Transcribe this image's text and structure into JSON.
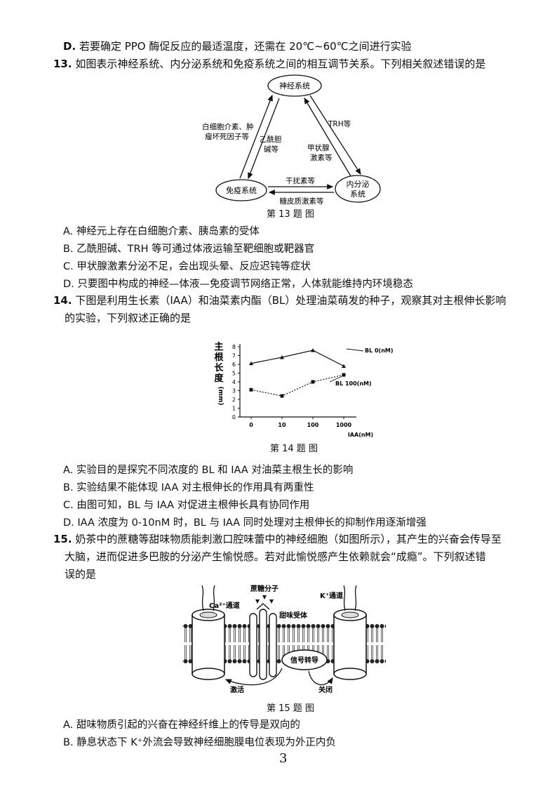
{
  "prev_option": {
    "letter": "D.",
    "text": "若要确定 PPO 酶促反应的最适温度，还需在 20℃~60℃之间进行实验"
  },
  "q13": {
    "number": "13.",
    "stem": "如图表示神经系统、内分泌系统和免疫系统之间的相互调节关系。下列相关叙述错误的是",
    "diagram": {
      "nervous": "神经系统",
      "immune": "免疫系统",
      "endocrine_1": "内分泌",
      "endocrine_2": "系统",
      "left_1": "白细胞介素、肿",
      "left_2": "瘤坏死因子等",
      "mid_1": "乙酰胆",
      "mid_2": "碱等",
      "right_top": "TRH等",
      "right_1": "甲状腺",
      "right_2": "激素等",
      "bottom_top": "干扰素等",
      "bottom_bottom": "糖皮质激素等"
    },
    "caption": "第 13 题 图",
    "options": [
      "A. 神经元上存在白细胞介素、胰岛素的受体",
      "B. 乙酰胆碱、TRH 等可通过体液运输至靶细胞或靶器官",
      "C. 甲状腺激素分泌不足，会出现头晕、反应迟钝等症状",
      "D. 只要图中构成的神经—体液—免疫调节网络正常，人体就能维持内环境稳态"
    ]
  },
  "q14": {
    "number": "14.",
    "stem_1": "下图是利用生长素（IAA）和油菜素内酯（BL）处理油菜萌发的种子，观察其对主根伸长影响",
    "stem_2": "的实验，下列叙述正确的是",
    "caption": "第 14 题 图",
    "options": [
      "A. 实验目的是探究不同浓度的 BL 和 IAA 对油菜主根生长的影响",
      "B. 实验结果不能体现 IAA 对主根伸长的作用具有两重性",
      "C. 由图可知，BL 与 IAA 对促进主根伸长具有协同作用",
      "D. IAA 浓度为 0-10nM 时，BL 与 IAA 同时处理对主根伸长的抑制作用逐渐增强"
    ]
  },
  "chart_data": {
    "type": "line",
    "categories": [
      "0",
      "10",
      "100",
      "1000"
    ],
    "series": [
      {
        "name": "BL 0(nM)",
        "values": [
          6.1,
          6.8,
          7.6,
          5.8
        ],
        "style": "solid"
      },
      {
        "name": "BL 100(nM)",
        "values": [
          3.1,
          2.4,
          4.0,
          4.8
        ],
        "style": "dashed"
      }
    ],
    "ylabel": "主根长度(mm)",
    "xlabel": "IAA(nM)",
    "yticks": [
      "0",
      "1",
      "2",
      "3",
      "4",
      "5",
      "6",
      "7",
      "8"
    ],
    "ylim": [
      0,
      8
    ]
  },
  "q15": {
    "number": "15.",
    "stem_1": "奶茶中的蔗糖等甜味物质能刺激口腔味蕾中的神经细胞（如图所示），其产生的兴奋会传导至",
    "stem_2": "大脑，进而促进多巴胺的分泌产生愉悦感。若对此愉悦感产生依赖就会“成瘾”。下列叙述错",
    "stem_3": "误的是",
    "diagram": {
      "sucrose": "蔗糖分子",
      "ca_channel": "Ca²⁺通道",
      "sweet_receptor": "甜味受体",
      "k_channel": "K⁺通道",
      "signal": "信号转导",
      "activate": "激活",
      "close": "关闭"
    },
    "caption": "第 15 题 图",
    "options": [
      "A. 甜味物质引起的兴奋在神经纤维上的传导是双向的",
      "B. 静息状态下 K⁺外流会导致神经细胞膜电位表现为外正内负"
    ]
  },
  "page_number": "3"
}
